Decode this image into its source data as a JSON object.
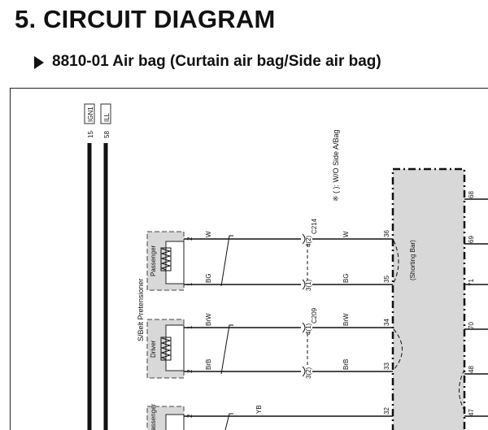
{
  "page": {
    "heading": "5. CIRCUIT DIAGRAM",
    "subheading": "8810-01 Air bag (Curtain air bag/Side air bag)"
  },
  "diagram": {
    "power_labels": [
      {
        "pin": "15",
        "name": "IGN1"
      },
      {
        "pin": "58",
        "name": "ILL"
      }
    ],
    "note": "※ ( ): W/O Side A/Bag",
    "pretensioner_group_label": "S/Belt Pretensioner",
    "components": [
      {
        "name": "Passenger"
      },
      {
        "name": "Driver"
      },
      {
        "name": "Passenger"
      }
    ],
    "connectors": [
      "C214",
      "C209"
    ],
    "shorting_bar_label": "(Shorting Bar)",
    "wires": [
      {
        "pin_left": "2",
        "color_left": "W",
        "conn_pin": "4(2)",
        "color_right": "W",
        "unit_pin": "36"
      },
      {
        "pin_left": "1",
        "color_left": "BG",
        "conn_pin": "3(1)",
        "color_right": "BG",
        "unit_pin": "35"
      },
      {
        "pin_left": "1",
        "color_left": "BrW",
        "conn_pin": "4(1)",
        "color_right": "BrW",
        "unit_pin": "34"
      },
      {
        "pin_left": "2",
        "color_left": "BrB",
        "conn_pin": "3(2)",
        "color_right": "BrB",
        "unit_pin": "33"
      },
      {
        "pin_left": "2",
        "color_left": "YB",
        "unit_pin": "32"
      }
    ],
    "right_pins": [
      "68",
      "69",
      "71",
      "70",
      "48",
      "47"
    ]
  }
}
